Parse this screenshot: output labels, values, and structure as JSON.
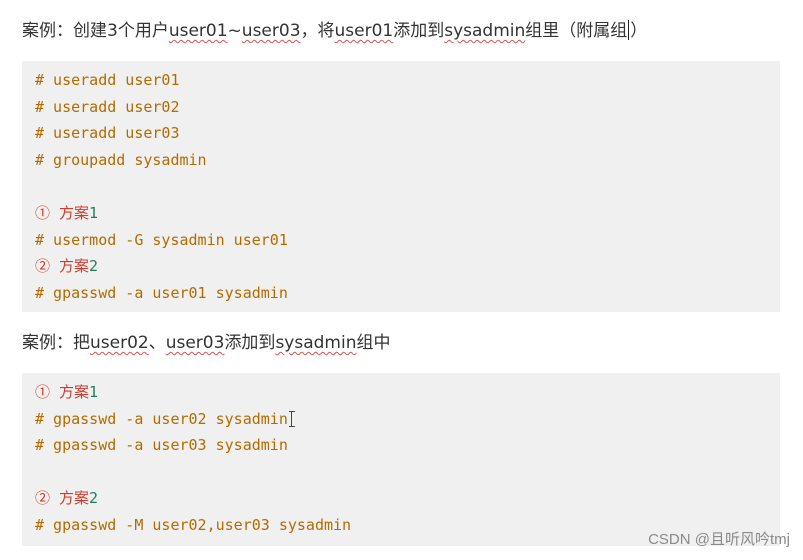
{
  "case1": {
    "prefix": "案例：创建3个用户",
    "user01": "user01",
    "tilde": "~",
    "user03": "user03",
    "middle": "，将",
    "user01b": "user01",
    "add_to": "添加到",
    "sysadmin": "sysadmin",
    "suffix_a": "组里（附属组",
    "suffix_b": "）"
  },
  "block1": {
    "lines": [
      "# useradd user01",
      "# useradd user02",
      "# useradd user03",
      "# groupadd sysadmin"
    ],
    "option1_marker": "① 方案",
    "option1_digit": "1",
    "option1_cmd": "# usermod -G sysadmin user01",
    "option2_marker": "② 方案",
    "option2_digit": "2",
    "option2_cmd": "# gpasswd -a user01 sysadmin"
  },
  "case2": {
    "prefix": "案例：把",
    "user02": "user02",
    "sep": "、",
    "user03": "user03",
    "add_to": "添加到",
    "sysadmin": "sysadmin",
    "suffix": "组中"
  },
  "block2": {
    "option1_marker": "① 方案",
    "option1_digit": "1",
    "cmd1": "# gpasswd -a user02 sysadmin",
    "cmd2": "# gpasswd -a user03 sysadmin",
    "option2_marker": "② 方案",
    "option2_digit": "2",
    "cmd3": "# gpasswd -M user02,user03 sysadmin"
  },
  "watermark": "CSDN @且听风吟tmj",
  "icons": {
    "text_cursor": "i-beam-cursor-icon"
  },
  "colors": {
    "code_background": "#f0f0f0",
    "code_text": "#b36b00",
    "marker_red": "#d23a2c",
    "digit_green": "#1f7f5f",
    "spellcheck_underline": "#d9534f"
  }
}
